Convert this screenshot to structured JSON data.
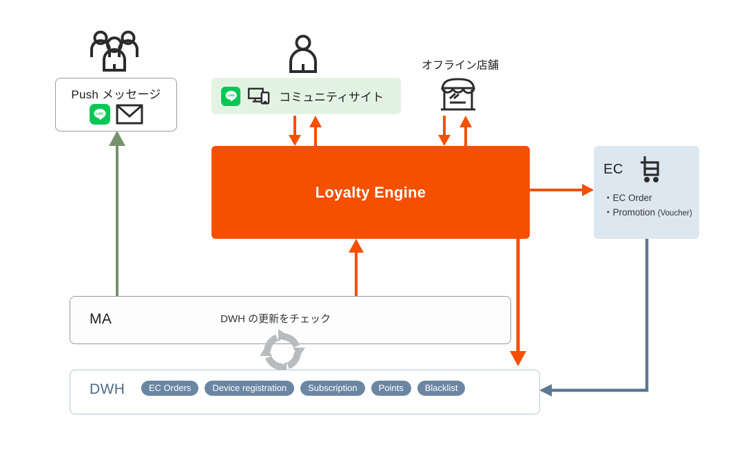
{
  "diagram": {
    "title": "Loyalty Engine architecture diagram",
    "colors": {
      "engine_orange": "#f54f00",
      "community_green_bg": "#e3f3e3",
      "ec_blue_bg": "#dde7f0",
      "tag_slate": "#6b86a3",
      "dwh_text": "#4a6b8a",
      "green_arrow": "#74926e",
      "blue_arrow": "#5b7893",
      "sync_gray": "#b9bcbf"
    }
  },
  "push_box": {
    "title": "Push メッセージ",
    "icons": [
      "line-icon",
      "envelope-icon"
    ],
    "above_icon": "users-group-icon"
  },
  "community_box": {
    "label": "コミュニティサイト",
    "icons": [
      "line-icon",
      "devices-icon"
    ],
    "above_icon": "person-icon"
  },
  "offline_store": {
    "label": "オフライン店舗",
    "icon": "storefront-icon"
  },
  "engine": {
    "label": "Loyalty Engine"
  },
  "ec_box": {
    "title": "EC",
    "icon": "shopping-cart-icon",
    "bullets": [
      {
        "text": "EC Order",
        "note": ""
      },
      {
        "text": "Promotion",
        "note": "(Voucher)"
      }
    ]
  },
  "ma_box": {
    "label": "MA",
    "note": "DWH の更新をチェック",
    "icon": "sync-refresh-icon"
  },
  "dwh_box": {
    "label": "DWH",
    "tags": [
      "EC Orders",
      "Device registration",
      "Subscription",
      "Points",
      "Blacklist"
    ]
  },
  "connectors": [
    {
      "name": "community-to-engine-down",
      "color": "#f54f00",
      "direction": "down"
    },
    {
      "name": "engine-to-community-up",
      "color": "#f54f00",
      "direction": "up"
    },
    {
      "name": "store-to-engine-down",
      "color": "#f54f00",
      "direction": "down"
    },
    {
      "name": "engine-to-store-up",
      "color": "#f54f00",
      "direction": "up"
    },
    {
      "name": "engine-to-ec-right",
      "color": "#f54f00",
      "direction": "right"
    },
    {
      "name": "engine-to-dwh-down",
      "color": "#f54f00",
      "direction": "down"
    },
    {
      "name": "ma-to-engine-up",
      "color": "#f54f00",
      "direction": "up"
    },
    {
      "name": "ma-to-push-up",
      "color": "#74926e",
      "direction": "up"
    },
    {
      "name": "ec-to-dwh-elbow",
      "color": "#5b7893",
      "direction": "left"
    }
  ]
}
